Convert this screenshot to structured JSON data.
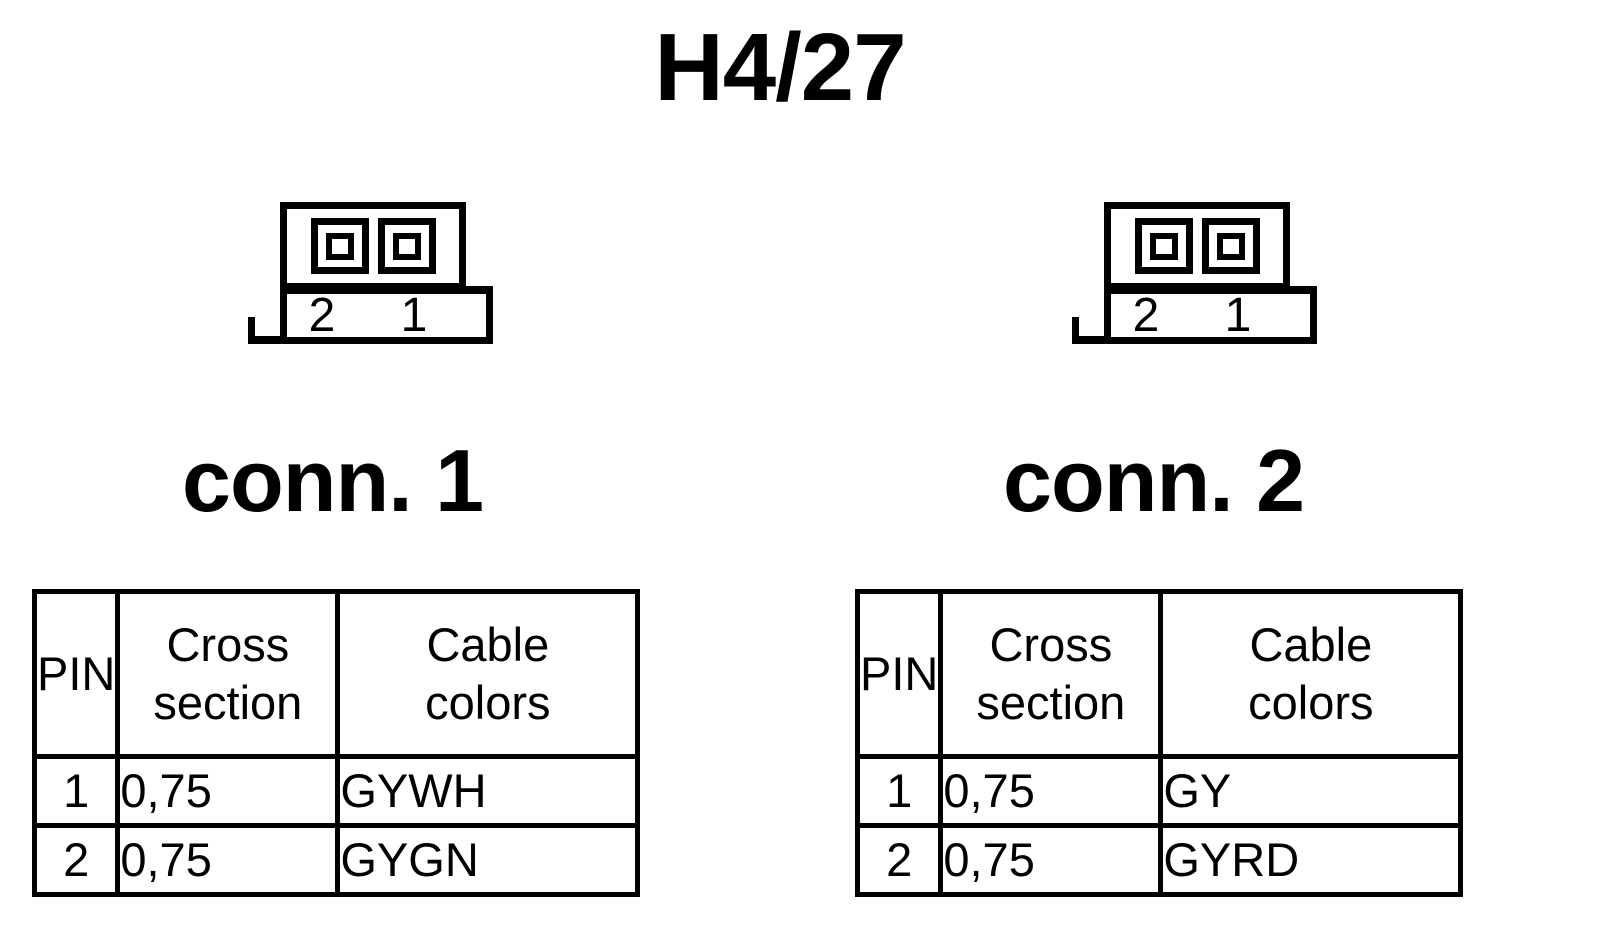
{
  "diagram": {
    "title": "H4/27",
    "type": "connector-pinout-diagram"
  },
  "connectors": [
    {
      "id": "conn1",
      "caption": "conn. 1",
      "symbol": {
        "pin_labels": [
          "2",
          "1"
        ],
        "pin_count": 2,
        "icon": "2-way-connector-icon"
      },
      "table": {
        "headers": {
          "pin": "PIN",
          "cross_section_line1": "Cross",
          "cross_section_line2": "section",
          "cable_colors_line1": "Cable",
          "cable_colors_line2": "colors"
        },
        "rows": [
          {
            "pin": "1",
            "cross_section": "0,75",
            "cable_colors": "GYWH"
          },
          {
            "pin": "2",
            "cross_section": "0,75",
            "cable_colors": "GYGN"
          }
        ]
      }
    },
    {
      "id": "conn2",
      "caption": "conn. 2",
      "symbol": {
        "pin_labels": [
          "2",
          "1"
        ],
        "pin_count": 2,
        "icon": "2-way-connector-icon"
      },
      "table": {
        "headers": {
          "pin": "PIN",
          "cross_section_line1": "Cross",
          "cross_section_line2": "section",
          "cable_colors_line1": "Cable",
          "cable_colors_line2": "colors"
        },
        "rows": [
          {
            "pin": "1",
            "cross_section": "0,75",
            "cable_colors": "GY"
          },
          {
            "pin": "2",
            "cross_section": "0,75",
            "cable_colors": "GYRD"
          }
        ]
      }
    }
  ],
  "style": {
    "background": "#ffffff",
    "ink": "#000000"
  }
}
